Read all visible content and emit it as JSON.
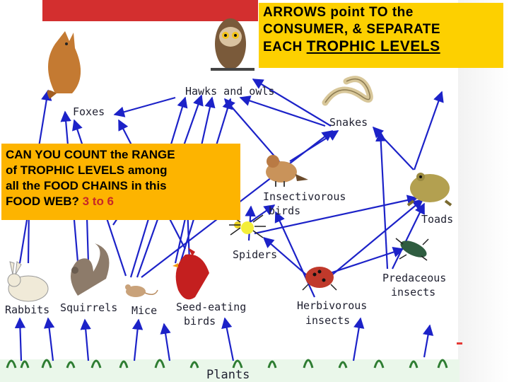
{
  "top_note": {
    "line1": "ARROWS point TO the",
    "line2": "CONSUMER, & SEPARATE",
    "line3_prefix": "EACH ",
    "line3_underlined": "TROPHIC LEVELS"
  },
  "left_note": {
    "line1": "CAN YOU COUNT the RANGE",
    "line2": "of TROPHIC LEVELS among",
    "line3": "all the FOOD CHAINS in this",
    "line4_prefix": "FOOD WEB? ",
    "answer": "3 to 6"
  },
  "labels": {
    "hawks_owls": "Hawks and owls",
    "foxes": "Foxes",
    "snakes": "Snakes",
    "insectivorous_birds_1": "Insectivorous",
    "insectivorous_birds_2": "birds",
    "toads": "Toads",
    "spiders": "Spiders",
    "predaceous_insects_1": "Predaceous",
    "predaceous_insects_2": "insects",
    "rabbits": "Rabbits",
    "squirrels": "Squirrels",
    "mice": "Mice",
    "seed_eating_birds_1": "Seed-eating",
    "seed_eating_birds_2": "birds",
    "herbivorous_insects_1": "Herbivorous",
    "herbivorous_insects_2": "insects",
    "plants": "Plants"
  },
  "colors": {
    "arrow": "#1c22c8",
    "red_bar": "#d32f2f",
    "top_note_bg": "#fdd000",
    "left_note_bg": "#fdb400",
    "answer": "#c62828"
  }
}
